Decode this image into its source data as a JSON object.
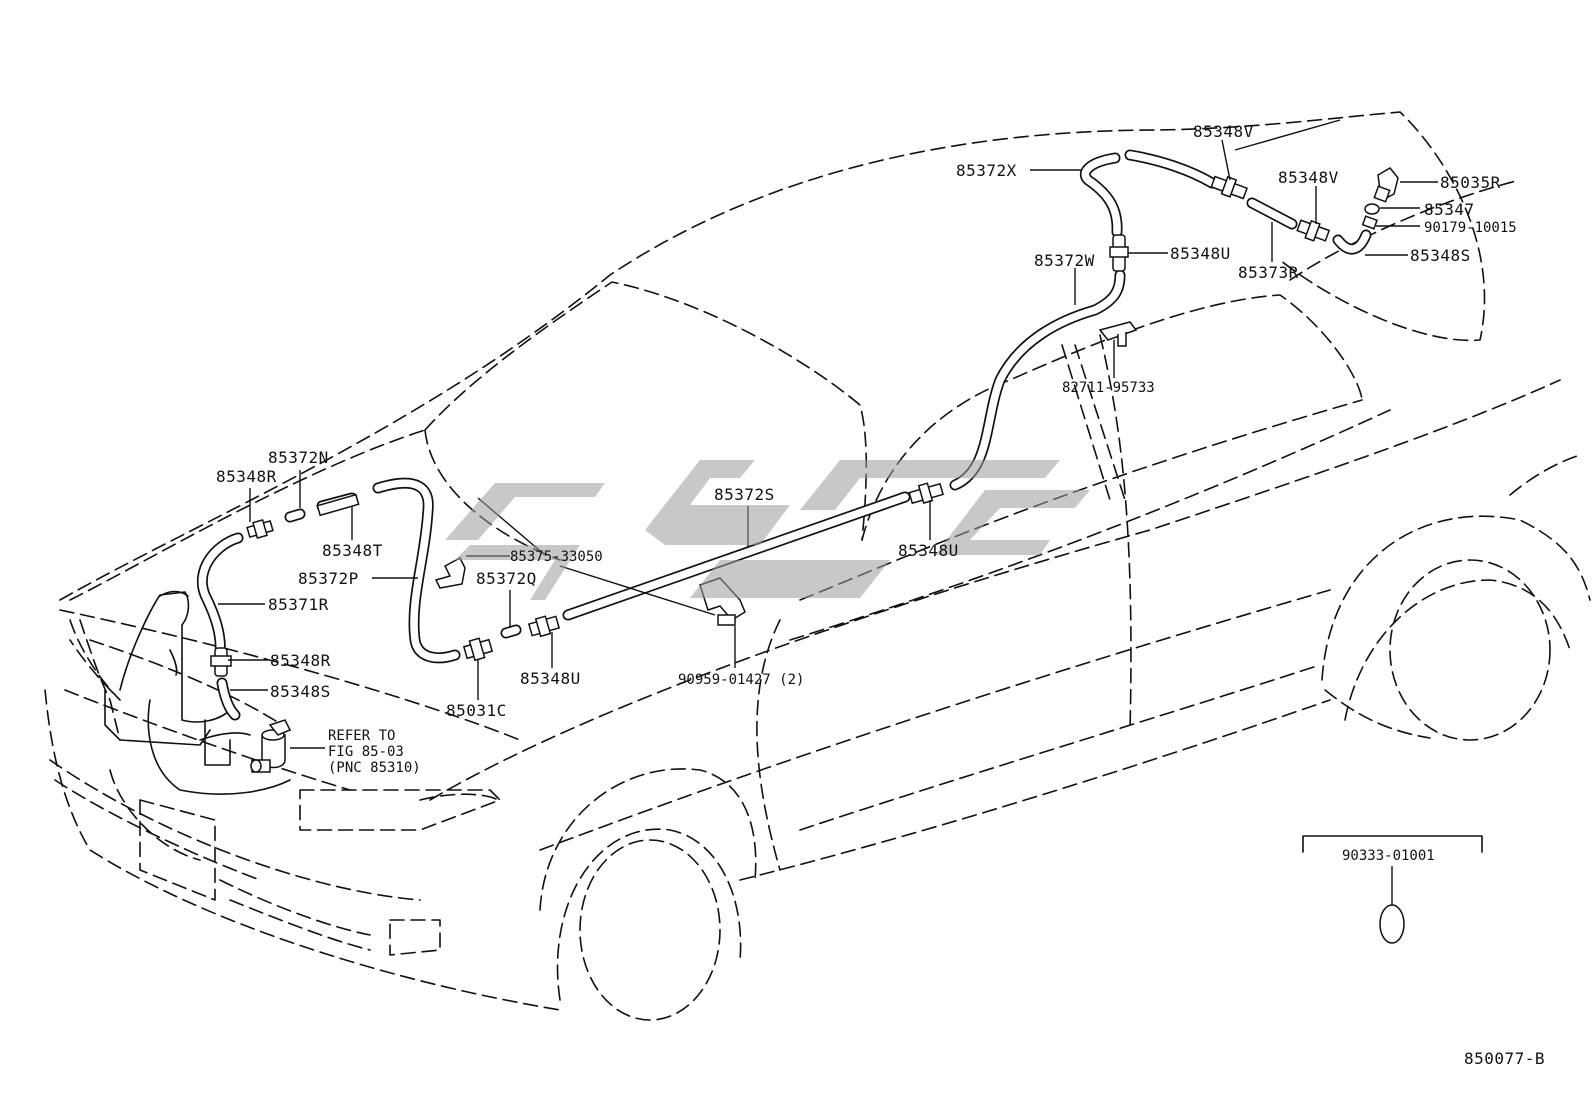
{
  "labels": {
    "p85348V_top": "85348V",
    "p85372X": "85372X",
    "p85348V_mid": "85348V",
    "p85035R": "85035R",
    "p85347": "85347",
    "p90179": "90179-10015",
    "p85348S_top": "85348S",
    "p85348U_top": "85348U",
    "p85372W": "85372W",
    "p85373R": "85373R",
    "p82711": "82711-95733",
    "p85372N": "85372N",
    "p85348R_top": "85348R",
    "p85372S": "85372S",
    "p85348T": "85348T",
    "p85375": "85375-33050",
    "p85348U_mid": "85348U",
    "p85372P": "85372P",
    "p85372Q": "85372Q",
    "p85371R": "85371R",
    "p85348R_low": "85348R",
    "p85348S_low": "85348S",
    "p85348U_low": "85348U",
    "p90959": "90959-01427 (2)",
    "p85031C": "85031C",
    "ref_line1": "REFER TO",
    "ref_line2": "FIG 85-03",
    "ref_line3": "(PNC 85310)",
    "p90333": "90333-01001",
    "fig_code": "850077-B"
  },
  "colors": {
    "line": "#111111",
    "watermark": "#9a9a9a"
  }
}
